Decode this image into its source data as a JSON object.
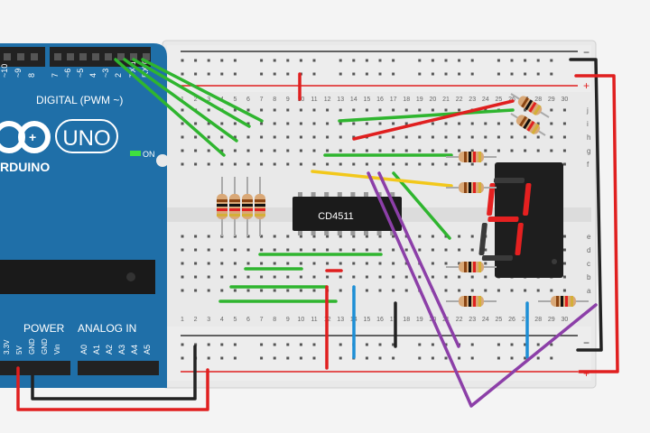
{
  "arduino": {
    "model": "UNO",
    "brand_fragment": "RDUINO",
    "digital_label": "DIGITAL (PWM ~)",
    "power_label": "POWER",
    "analog_label": "ANALOG IN",
    "on_label": "ON",
    "digital_pins": [
      "~10",
      "~9",
      "8",
      "7",
      "~6",
      "~5",
      "4",
      "~3",
      "2",
      "TX 1",
      "RX 0"
    ],
    "power_pins": [
      "3.3V",
      "5V",
      "GND",
      "GND",
      "Vin"
    ],
    "analog_pins": [
      "A0",
      "A1",
      "A2",
      "A3",
      "A4",
      "A5"
    ],
    "colors": {
      "board": "#1f6fa8",
      "board_dark": "#175a8a",
      "header": "#222222"
    }
  },
  "breadboard": {
    "column_numbers": [
      "1",
      "2",
      "3",
      "4",
      "5",
      "6",
      "7",
      "8",
      "9",
      "10",
      "11",
      "12",
      "13",
      "14",
      "15",
      "16",
      "17",
      "18",
      "19",
      "20",
      "21",
      "22",
      "23",
      "24",
      "25",
      "26",
      "27",
      "28",
      "29",
      "30"
    ],
    "row_letters_top": [
      "j",
      "i",
      "h",
      "g",
      "f"
    ],
    "row_letters_bottom": [
      "e",
      "d",
      "c",
      "b",
      "a"
    ],
    "rail_plus": "+",
    "rail_minus": "−"
  },
  "ic": {
    "label": "CD4511"
  },
  "display": {
    "type": "seven-segment",
    "lit_color": "#e52020",
    "digit": "4"
  },
  "wire_colors": {
    "green": "#2fb52f",
    "red": "#e01f1f",
    "black": "#222222",
    "yellow": "#f2c81b",
    "purple": "#8c3fa8",
    "blue": "#1e8fd6"
  }
}
